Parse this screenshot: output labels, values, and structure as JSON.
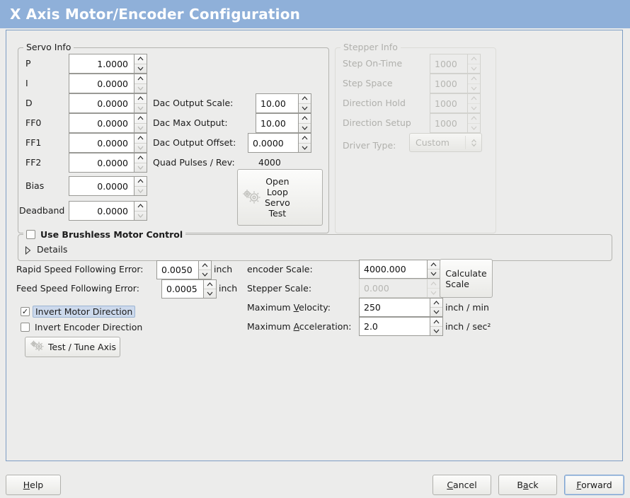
{
  "window": {
    "title": "X Axis Motor/Encoder Configuration",
    "title_bg": "#8fb0d9",
    "title_fg": "#ffffff",
    "bg": "#ececeb"
  },
  "servo_info": {
    "frame_label": "Servo Info",
    "rows": [
      {
        "label": "P",
        "value": "1.0000"
      },
      {
        "label": "I",
        "value": "0.0000"
      },
      {
        "label": "D",
        "value": "0.0000"
      },
      {
        "label": "FF0",
        "value": "0.0000"
      },
      {
        "label": "FF1",
        "value": "0.0000"
      },
      {
        "label": "FF2",
        "value": "0.0000"
      },
      {
        "label": "Bias",
        "value": "0.0000"
      },
      {
        "label": "Deadband",
        "value": "0.0000"
      }
    ],
    "dac_output_scale": {
      "label": "Dac Output Scale:",
      "value": "10.00"
    },
    "dac_max_output": {
      "label": "Dac Max Output:",
      "value": "10.00"
    },
    "dac_output_offset": {
      "label": "Dac Output Offset:",
      "value": "0.0000"
    },
    "quad_pulses": {
      "label": "Quad Pulses / Rev:",
      "value": "4000"
    },
    "open_loop_test": {
      "line1": "Open",
      "line2": "Loop",
      "line3": "Servo",
      "line4": "Test",
      "icon": "gears-icon"
    }
  },
  "stepper_info": {
    "frame_label": "Stepper Info",
    "disabled": true,
    "rows": [
      {
        "label": "Step On-Time",
        "value": "1000"
      },
      {
        "label": "Step Space",
        "value": "1000"
      },
      {
        "label": "Direction Hold",
        "value": "1000"
      },
      {
        "label": "Direction Setup",
        "value": "1000"
      }
    ],
    "driver_type": {
      "label": "Driver Type:",
      "value": "Custom"
    }
  },
  "brushless": {
    "checkbox_label": "Use Brushless Motor Control",
    "checked": false,
    "details_label": "Details",
    "details_expanded": false
  },
  "tuning": {
    "rapid_following_error": {
      "label": "Rapid Speed Following Error:",
      "value": "0.0050",
      "unit": "inch"
    },
    "feed_following_error": {
      "label": "Feed Speed Following Error:",
      "value": "0.0005",
      "unit": "inch"
    },
    "invert_motor": {
      "label": "Invert Motor Direction",
      "checked": true,
      "focused": true
    },
    "invert_encoder": {
      "label": "Invert Encoder Direction",
      "checked": false,
      "focused": false
    },
    "test_tune_axis": {
      "label": "Test / Tune Axis",
      "icon": "gears-icon"
    }
  },
  "scales": {
    "encoder_scale": {
      "label": "encoder Scale:",
      "value": "4000.000",
      "disabled": false
    },
    "stepper_scale": {
      "label": "Stepper Scale:",
      "value": "0.000",
      "disabled": true
    },
    "max_velocity": {
      "label_pre": "Maximum ",
      "label_mn": "V",
      "label_post": "elocity:",
      "value": "250",
      "unit": "inch / min"
    },
    "max_acceleration": {
      "label_pre": "Maximum ",
      "label_mn": "A",
      "label_post": "cceleration:",
      "value": "2.0",
      "unit": "inch / sec²"
    },
    "calculate_scale": {
      "line1": "Calculate",
      "line2": "Scale"
    }
  },
  "footer": {
    "help": {
      "mn": "H",
      "rest": "elp"
    },
    "cancel": {
      "mn": "C",
      "rest": "ancel"
    },
    "back": {
      "pre": "B",
      "mn": "a",
      "rest": "ck"
    },
    "forward": {
      "mn": "F",
      "rest": "orward",
      "focused": true
    }
  }
}
